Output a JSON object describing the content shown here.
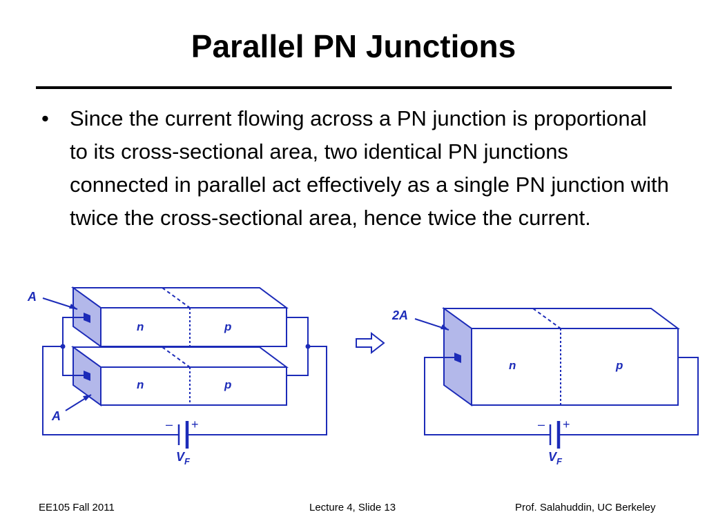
{
  "slide": {
    "title": "Parallel PN Junctions",
    "bullet": "Since the current flowing across a PN junction is proportional to its cross-sectional area, two identical PN junctions connected in parallel act effectively as a single PN junction with twice the cross-sectional area, hence twice the current."
  },
  "diagram": {
    "left": {
      "area_label_top": "A",
      "area_label_bottom": "A",
      "n_label": "n",
      "p_label": "p",
      "minus": "–",
      "plus": "+",
      "vf_main": "V",
      "vf_sub": "F"
    },
    "right": {
      "area_label": "2A",
      "n_label": "n",
      "p_label": "p",
      "minus": "–",
      "plus": "+",
      "vf_main": "V",
      "vf_sub": "F"
    },
    "colors": {
      "line": "#1c2bb8",
      "face": "#b3b8ea"
    }
  },
  "footer": {
    "left": "EE105 Fall 2011",
    "center": "Lecture 4, Slide 13",
    "right": "Prof. Salahuddin, UC Berkeley"
  }
}
